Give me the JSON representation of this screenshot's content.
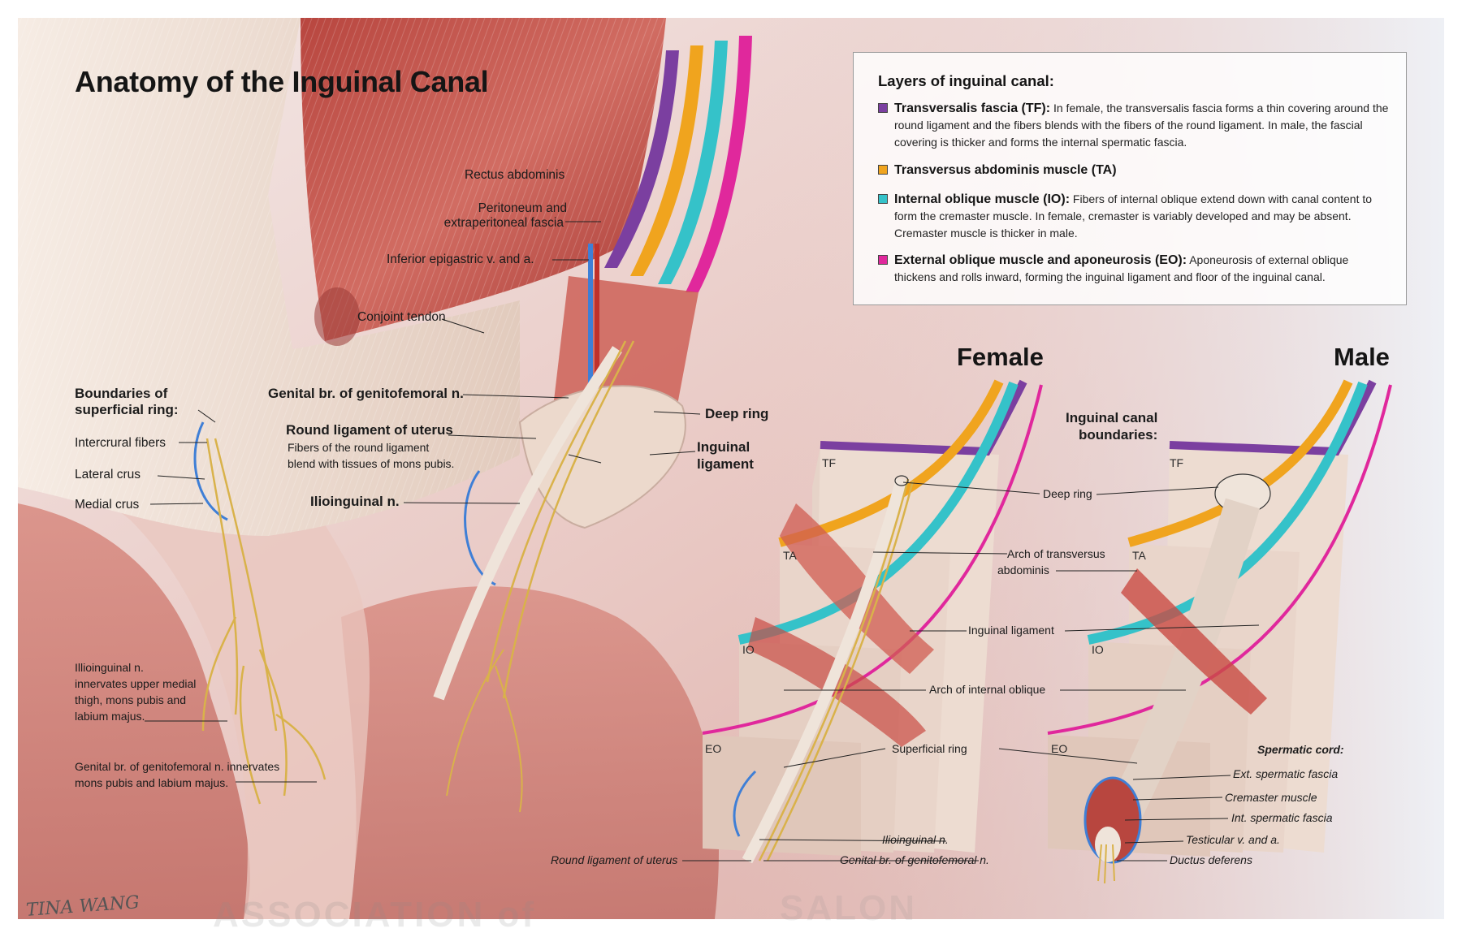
{
  "title": "Anatomy of the Inguinal Canal",
  "colors": {
    "tf": "#7b3fa0",
    "ta": "#f0a41e",
    "io": "#35c2c9",
    "eo": "#e0289c",
    "muscle": "#c9534b",
    "nerve": "#d9b24a",
    "fascia": "#ecd9cc",
    "ring_outline": "#3f7fd6"
  },
  "legend": {
    "title": "Layers of inguinal canal:",
    "items": [
      {
        "swatch": "#7b3fa0",
        "name": "Transversalis fascia (TF):",
        "text": " In female, the transversalis fascia forms a thin covering around the round ligament and the fibers blends with the fibers of the round ligament. In male, the fascial covering is thicker and forms the internal spermatic fascia."
      },
      {
        "swatch": "#f0a41e",
        "name": "Transversus abdominis muscle (TA)",
        "text": ""
      },
      {
        "swatch": "#35c2c9",
        "name": "Internal oblique muscle (IO):",
        "text": " Fibers of internal oblique extend down with canal content to form the cremaster muscle. In female, cremaster is variably developed and may be absent.  Cremaster muscle is thicker in male."
      },
      {
        "swatch": "#e0289c",
        "name": "External oblique muscle and aponeurosis (EO):",
        "text": " Aponeurosis of external oblique thickens and rolls inward, forming the inguinal ligament and floor of the inguinal canal."
      }
    ]
  },
  "main_labels": {
    "rectus": "Rectus abdominis",
    "peritoneum_1": "Peritoneum and",
    "peritoneum_2": "extraperitoneal fascia",
    "epigastric": "Inferior epigastric v. and a.",
    "conjoint": "Conjoint tendon",
    "boundaries_1": "Boundaries of",
    "boundaries_2": "superficial ring:",
    "intercrural": "Intercrural fibers",
    "lateral_crus": "Lateral crus",
    "medial_crus": "Medial crus",
    "genital_br": "Genital br. of genitofemoral n.",
    "round_lig": "Round ligament of uterus",
    "round_lig_note_1": "Fibers of the round ligament",
    "round_lig_note_2": "blend with tissues of mons pubis.",
    "ilioinguinal": "Ilioinguinal n.",
    "deep_ring": "Deep ring",
    "inguinal_lig_1": "Inguinal",
    "inguinal_lig_2": "ligament",
    "illio_note_1": "Illioinguinal n.",
    "illio_note_2": "innervates upper medial",
    "illio_note_3": "thigh, mons pubis and",
    "illio_note_4": "labium majus.",
    "genital_note_1": "Genital br. of genitofemoral n. innervates",
    "genital_note_2": "mons pubis and labium majus."
  },
  "panels": {
    "female": "Female",
    "male": "Male",
    "boundaries_1": "Inguinal canal",
    "boundaries_2": "boundaries:",
    "layer_tags": [
      "TF",
      "TA",
      "IO",
      "EO"
    ],
    "deep_ring": "Deep ring",
    "arch_ta_1": "Arch of transversus",
    "arch_ta_2": "abdominis",
    "inguinal_lig": "Inguinal ligament",
    "arch_io": "Arch of internal oblique",
    "superficial_ring": "Superficial ring",
    "ilioinguinal": "Ilioinguinal n.",
    "genital_br": "Genital br. of genitofemoral n.",
    "round_lig": "Round ligament of uterus",
    "spermatic_cord": "Spermatic cord:",
    "ext_fascia": "Ext. spermatic fascia",
    "cremaster": "Cremaster muscle",
    "int_fascia": "Int. spermatic fascia",
    "testicular": "Testicular v. and a.",
    "ductus": "Ductus deferens"
  },
  "signature": "TINA WANG",
  "watermark": "ASSOCIATION of",
  "watermark2": "SALON"
}
